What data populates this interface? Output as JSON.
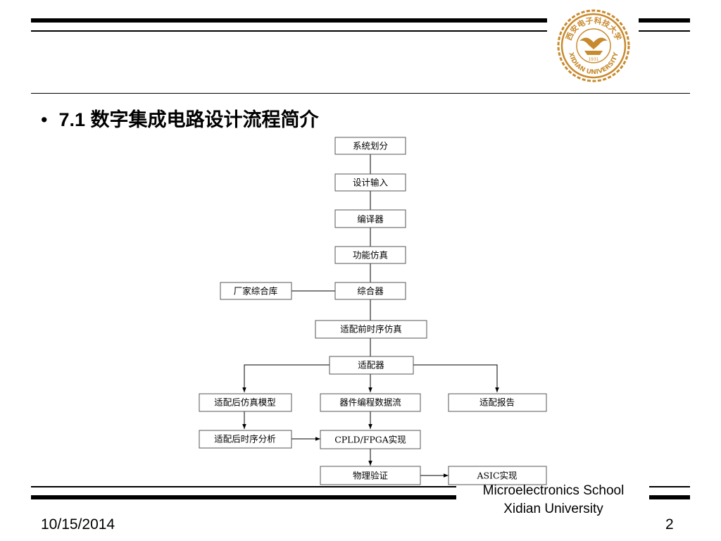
{
  "slide": {
    "heading_number": "7.1",
    "heading_text": "数字集成电路设计流程简介",
    "school_line1": "Microelectronics School",
    "school_line2": "Xidian University",
    "date": "10/15/2014",
    "page_number": "2"
  },
  "logo": {
    "emblem": "xidian-university-seal",
    "arc_text": "西安电子科技大学",
    "lower_text": "XIDIAN UNIVERSITY",
    "year": "1931",
    "color": "#c88a2e"
  },
  "flow": {
    "nodes": {
      "system_partition": "系统划分",
      "design_entry": "设计输入",
      "compiler": "编译器",
      "functional_sim": "功能仿真",
      "vendor_lib": "厂家综合库",
      "synthesizer": "综合器",
      "pre_fit_timing": "适配前时序仿真",
      "fitter": "适配器",
      "post_fit_model": "适配后仿真模型",
      "programming_stream": "器件编程数据流",
      "fit_report": "适配报告",
      "post_fit_timing": "适配后时序分析",
      "cpld_fpga": "CPLD/FPGA实现",
      "physical_verify": "物理验证",
      "asic": "ASIC实现"
    }
  }
}
